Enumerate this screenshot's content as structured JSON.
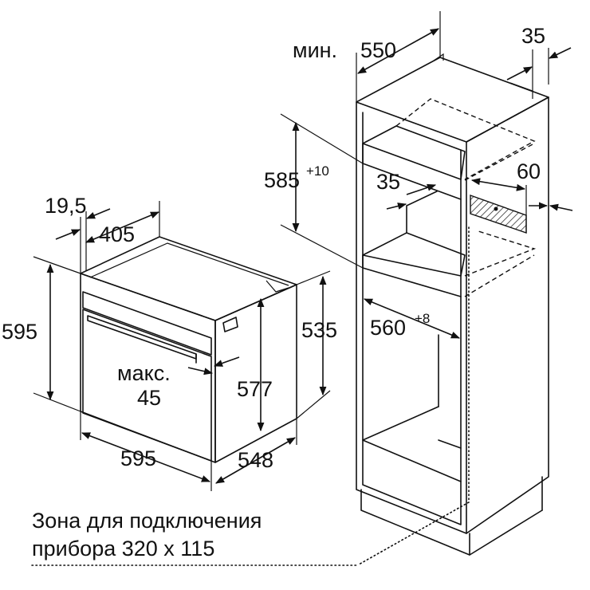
{
  "dimensions": {
    "cabinet_min_prefix": "мин.",
    "cabinet_depth": "550",
    "cabinet_gap_top": "35",
    "niche_height": "585",
    "niche_height_tol": "+10",
    "inner_gap": "35",
    "vent_depth": "60",
    "niche_width": "560",
    "niche_width_tol": "+8",
    "oven_front_offset": "19,5",
    "oven_top_depth": "405",
    "oven_height": "595",
    "oven_body_height": "535",
    "oven_inner_height": "577",
    "handle_max_prefix": "макс.",
    "handle_max_value": "45",
    "oven_width": "595",
    "oven_depth": "548"
  },
  "note": {
    "line1": "Зона для подключения",
    "line2": "прибора 320 x 115"
  }
}
